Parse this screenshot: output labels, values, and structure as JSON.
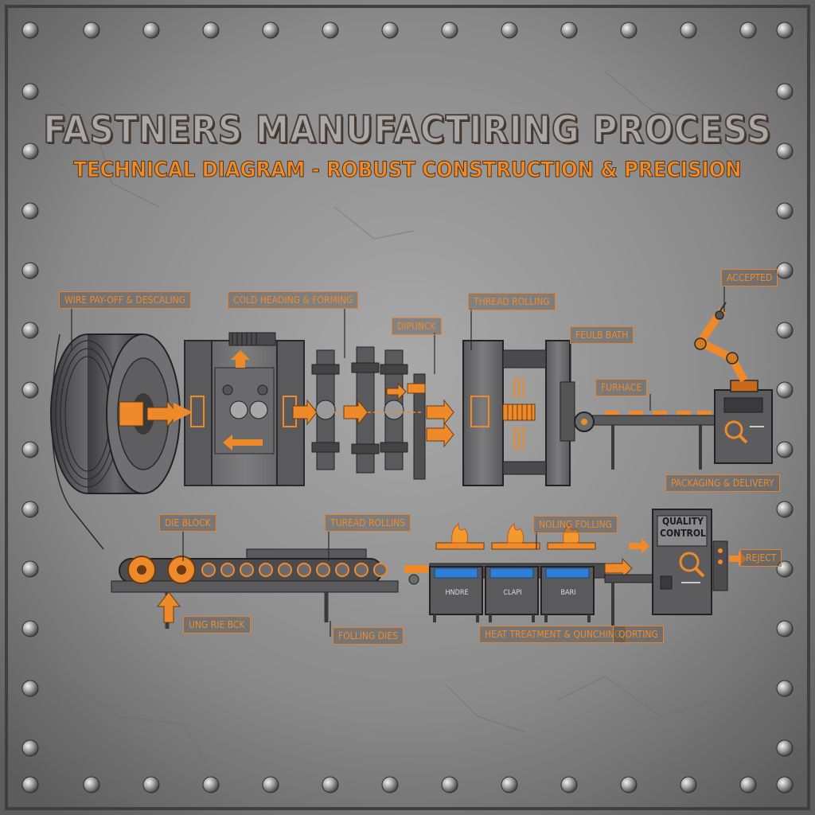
{
  "title": "FASTNERS MANUFACTIRING PROCESS",
  "subtitle": "TECHNICAL DIAGRAM - ROBUST CONSTRUCTION & PRECISION",
  "colors": {
    "background_metal": "#8f8f8f",
    "accent_orange": "#ef8a2a",
    "machine_gray": "#6e6e70",
    "machine_dark": "#3a3a3c",
    "quench_blue": "#2f7fd6"
  },
  "labels": {
    "wire_payoff": "WIRE PAY-OFF & DESCALING",
    "cold_heading": "COLD HEADING & FORMING",
    "dipunck": "DIPUNCK",
    "thread_rolling": "THREAD ROLLING",
    "feulb_bath": "FEULB BATH",
    "furnace": "FURHACE",
    "accepted": "ACCEPTED",
    "packaging": "PACKAGING & DELIVERY",
    "die_block": "DIE BLOCK",
    "turead_rollins": "TUREAD ROLLINS",
    "noling_folling": "NOLING FOLLING",
    "ung_rie_bck": "UNG RIE BCK",
    "folling_dies": "FOLLING DIES",
    "heat_treatment": "HEAT TREATMENT & QUNCHING",
    "qorting": "QORTING",
    "reject": "REJECT"
  },
  "quality_control": "QUALITY CONTROL",
  "tanks": [
    "HNDRE",
    "CLAPI",
    "BARI"
  ],
  "icons": [
    "rivet-icon",
    "arrow-right-icon",
    "gear-icon",
    "magnifier-icon",
    "flame-icon",
    "robot-arm-icon",
    "wire-coil-icon"
  ]
}
